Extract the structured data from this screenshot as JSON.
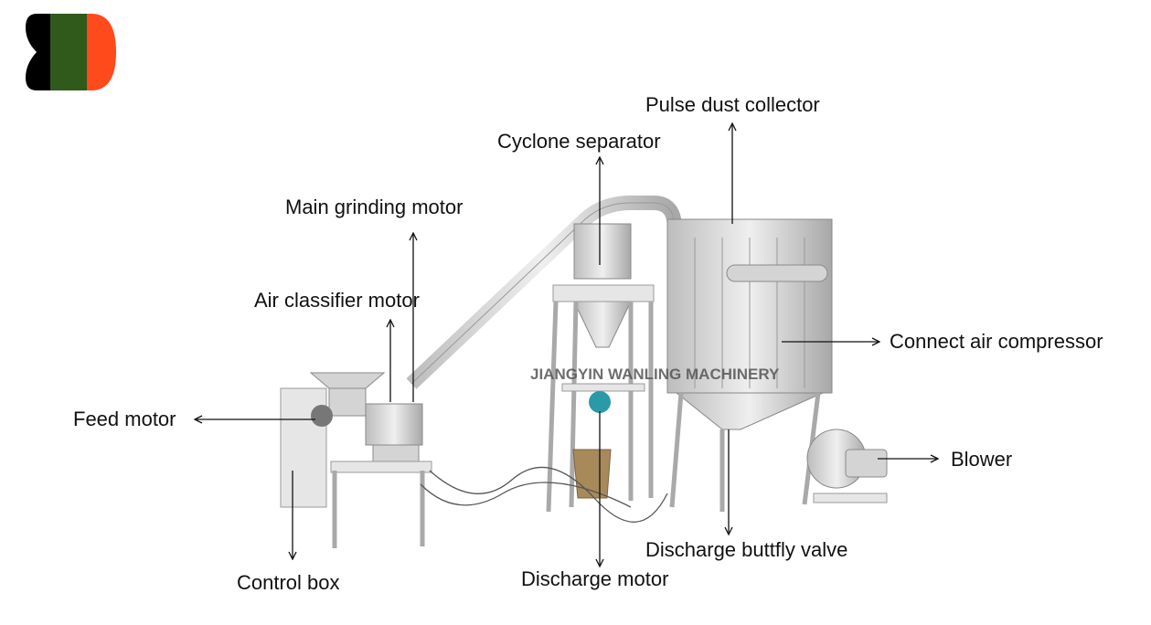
{
  "logo": {
    "name": "company-logo",
    "colors": [
      "#000000",
      "#2f5a1c",
      "#ff4a1c"
    ]
  },
  "watermark": "JIANGYIN WANLING MACHINERY",
  "labels": {
    "pulse_dust_collector": "Pulse dust collector",
    "cyclone_separator": "Cyclone separator",
    "main_grinding_motor": "Main grinding motor",
    "air_classifier_motor": "Air classifier motor",
    "feed_motor": "Feed motor",
    "connect_air_compressor": "Connect air compressor",
    "blower": "Blower",
    "control_box": "Control box",
    "discharge_motor": "Discharge motor",
    "discharge_butterfly_valve": "Discharge buttfly valve"
  }
}
